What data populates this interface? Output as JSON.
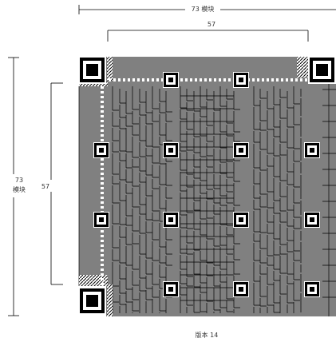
{
  "diagram": {
    "version_label": "版本 14",
    "dimensions": {
      "top_outer_width": "73 模块",
      "top_inner_width": "57",
      "left_outer_height": "73",
      "left_outer_height_unit": "模块",
      "left_inner_height": "57"
    },
    "module_count": 73,
    "inner_span": 57,
    "finder_patterns": [
      "top-left",
      "top-right",
      "bottom-left"
    ],
    "alignment_patterns": {
      "rows": [
        [
          false,
          true,
          true,
          false
        ],
        [
          true,
          true,
          true,
          true
        ],
        [
          true,
          true,
          true,
          true
        ],
        [
          false,
          true,
          true,
          true
        ]
      ]
    },
    "colors": {
      "data_area": "#808080",
      "module_dark": "#000000",
      "module_light": "#ffffff",
      "line": "#000000"
    }
  }
}
